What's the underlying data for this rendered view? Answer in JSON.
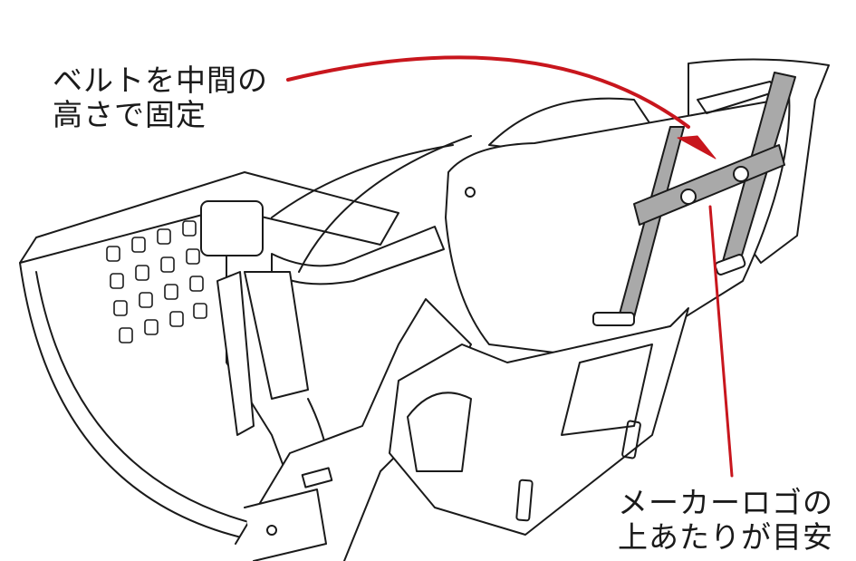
{
  "annotations": {
    "belt_instruction": [
      "ベルトを中間の",
      "高さで固定"
    ],
    "logo_guide": [
      "メーカーロゴの",
      "上あたりが目安"
    ]
  },
  "colors": {
    "arrow": "#c8161d",
    "line_art": "#1a1a1a",
    "belt": "#a9a9a9"
  }
}
